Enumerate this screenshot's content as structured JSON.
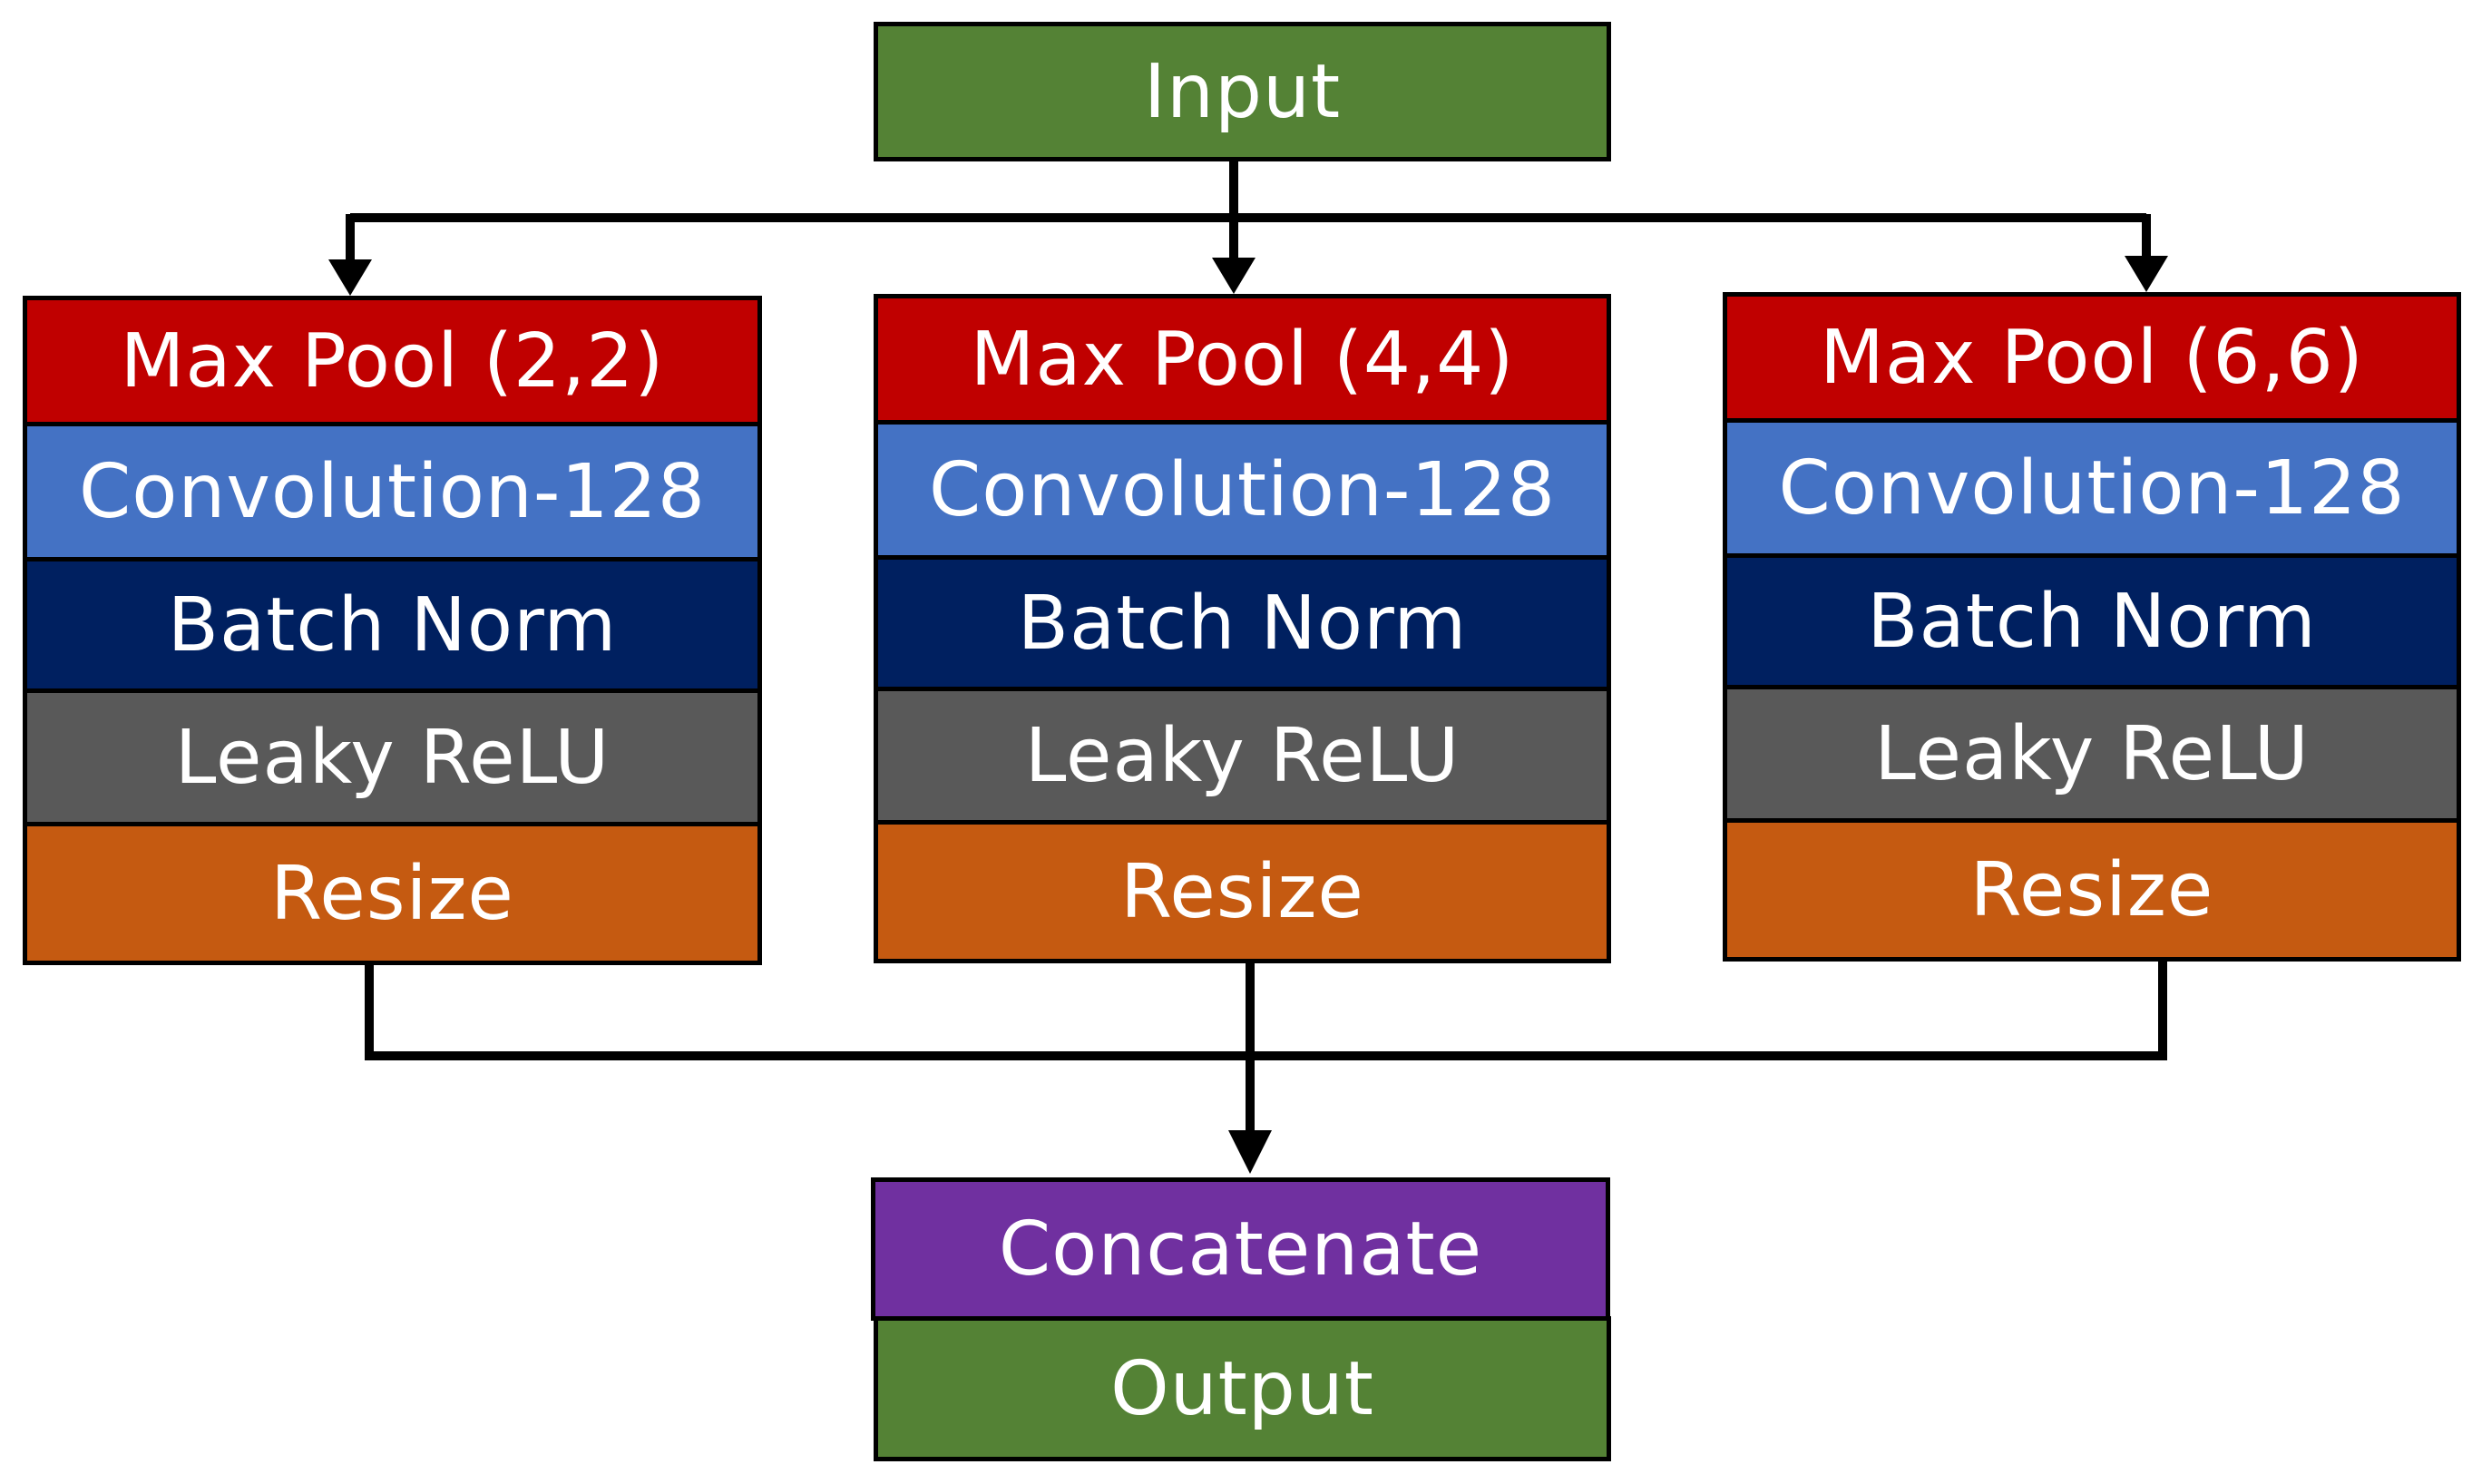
{
  "input": {
    "label": "Input",
    "color": "#548235"
  },
  "branches": [
    {
      "layers": [
        {
          "label": "Max Pool (2,2)",
          "color": "#C00000"
        },
        {
          "label": "Convolution-128",
          "color": "#4472C4"
        },
        {
          "label": "Batch Norm",
          "color": "#002060"
        },
        {
          "label": "Leaky ReLU",
          "color": "#595959"
        },
        {
          "label": "Resize",
          "color": "#C55A11"
        }
      ]
    },
    {
      "layers": [
        {
          "label": "Max Pool (4,4)",
          "color": "#C00000"
        },
        {
          "label": "Convolution-128",
          "color": "#4472C4"
        },
        {
          "label": "Batch Norm",
          "color": "#002060"
        },
        {
          "label": "Leaky ReLU",
          "color": "#595959"
        },
        {
          "label": "Resize",
          "color": "#C55A11"
        }
      ]
    },
    {
      "layers": [
        {
          "label": "Max Pool (6,6)",
          "color": "#C00000"
        },
        {
          "label": "Convolution-128",
          "color": "#4472C4"
        },
        {
          "label": "Batch Norm",
          "color": "#002060"
        },
        {
          "label": "Leaky ReLU",
          "color": "#595959"
        },
        {
          "label": "Resize",
          "color": "#C55A11"
        }
      ]
    }
  ],
  "concatenate": {
    "label": "Concatenate",
    "color": "#7030A0"
  },
  "output": {
    "label": "Output",
    "color": "#548235"
  }
}
